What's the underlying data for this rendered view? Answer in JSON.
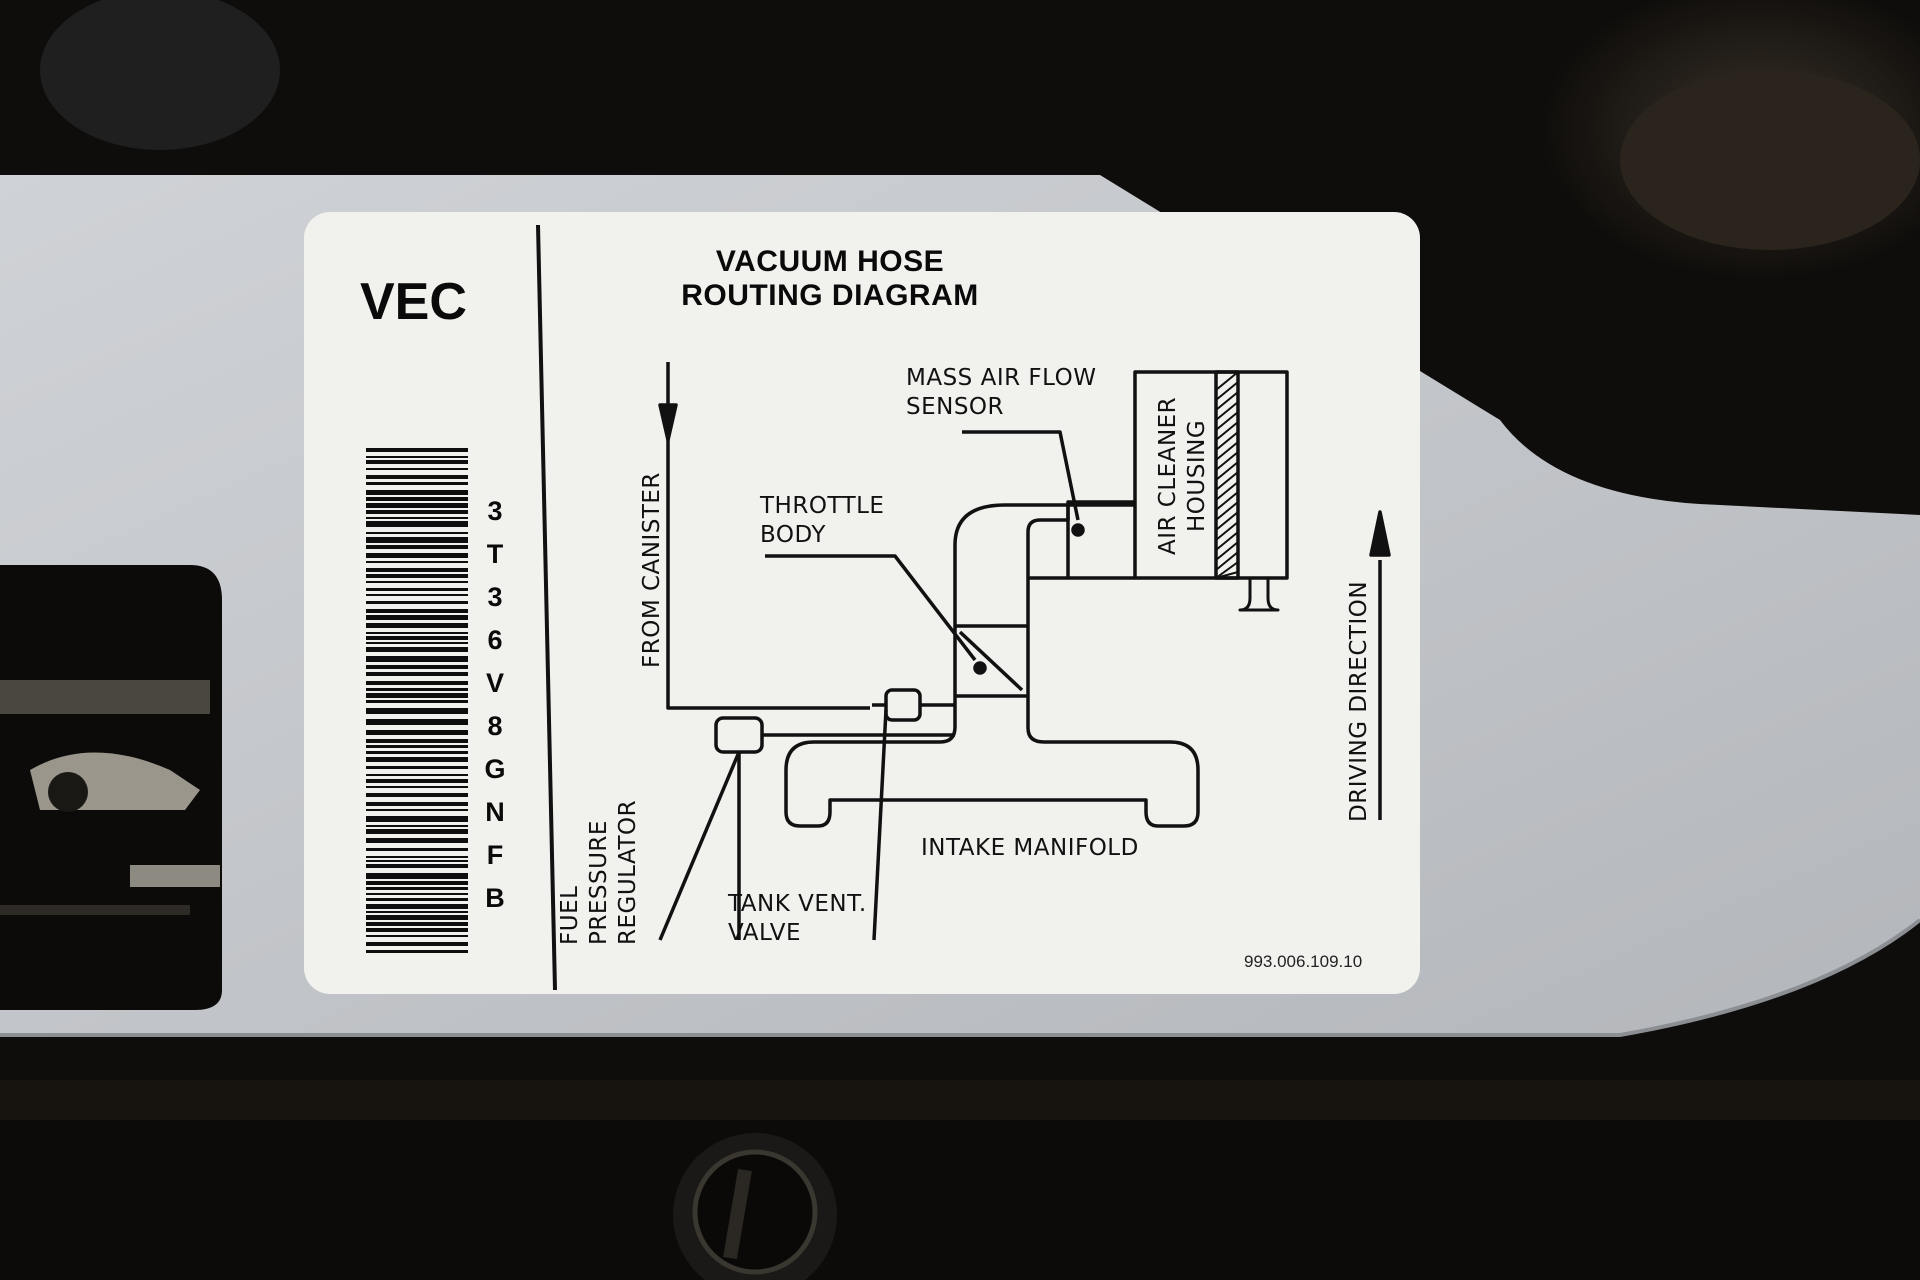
{
  "label": {
    "code_title": "VEC",
    "barcode_chars": [
      "3",
      "T",
      "3",
      "6",
      "V",
      "8",
      "G",
      "N",
      "F",
      "B"
    ],
    "diagram_title": "VACUUM HOSE\nROUTING DIAGRAM",
    "components": {
      "mass_air_flow_sensor": "MASS AIR FLOW\nSENSOR",
      "throttle_body": "THROTTLE\nBODY",
      "air_cleaner_housing": "AIR CLEANER\nHOUSING",
      "from_canister": "FROM CANISTER",
      "intake_manifold": "INTAKE MANIFOLD",
      "fuel_pressure_regulator": "FUEL\nPRESSURE\nREGULATOR",
      "tank_vent_valve": "TANK VENT.\nVALVE",
      "driving_direction": "DRIVING DIRECTION"
    },
    "part_number": "993.006.109.10"
  },
  "colors": {
    "label_paper": "#f1f1ee",
    "metal_panel": "#c3c6ca",
    "ink": "#111111",
    "engine_bay": "#0d0c0b"
  }
}
